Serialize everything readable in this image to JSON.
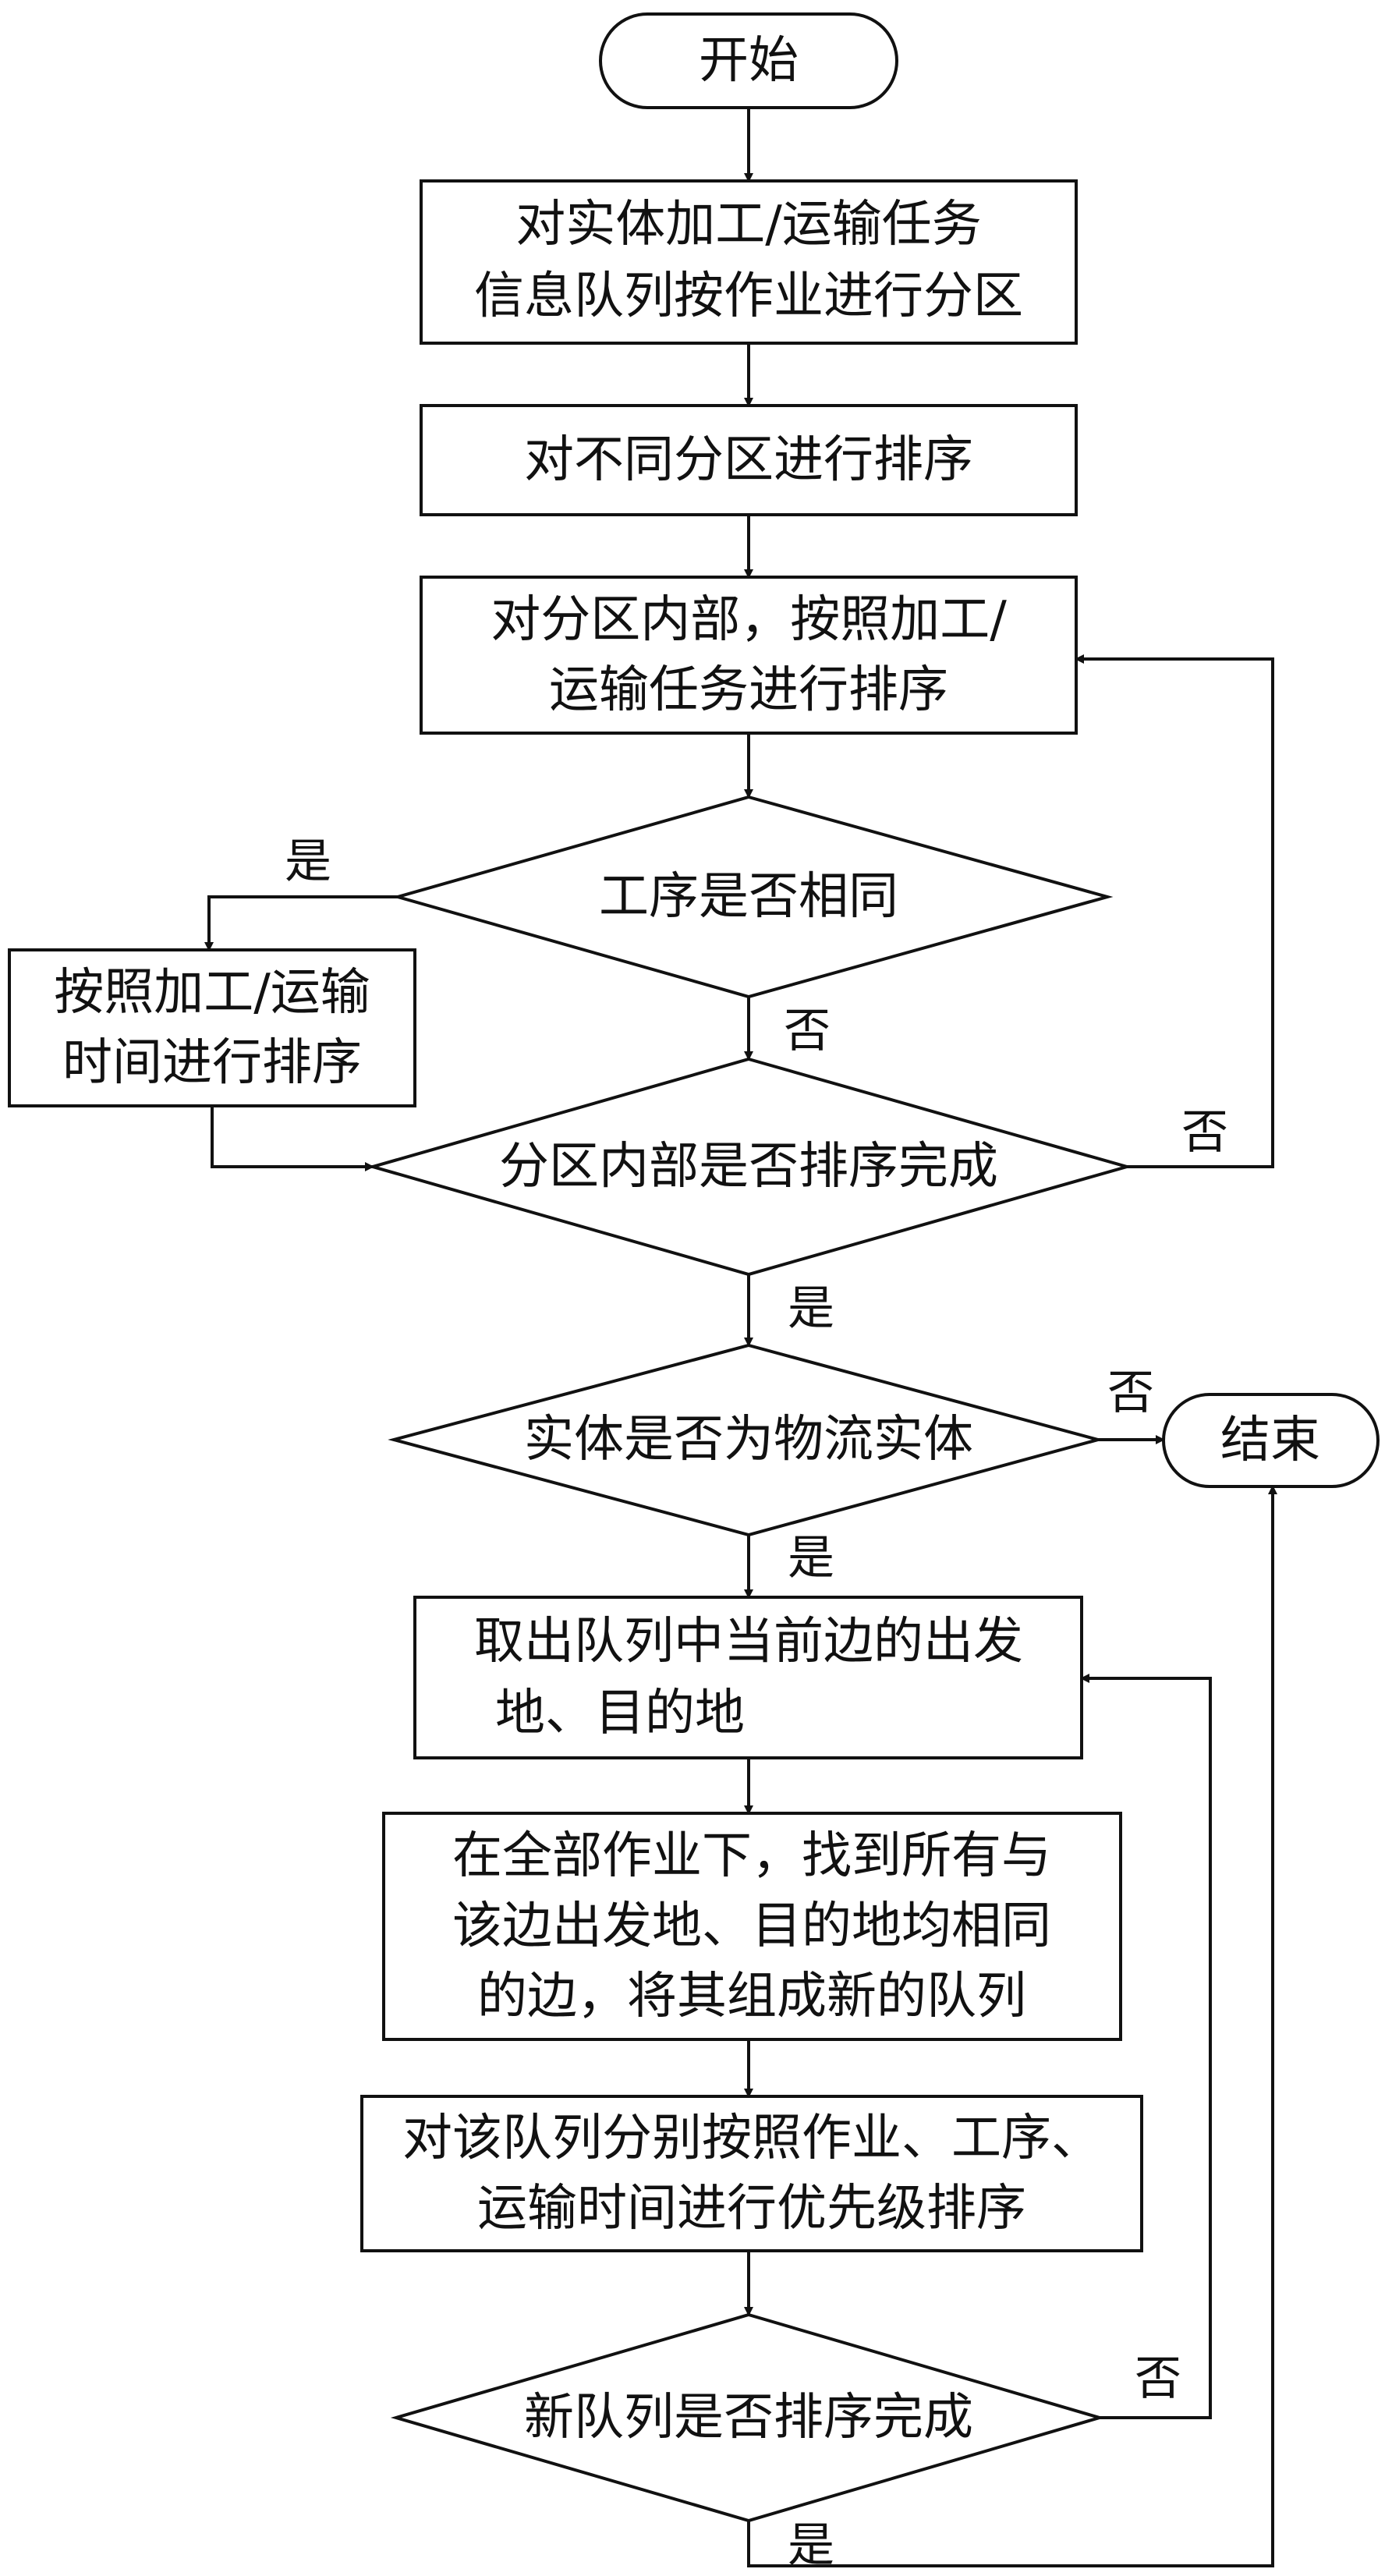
{
  "nodes": {
    "start": "开始",
    "step_partition": [
      "对实体加工/运输任务",
      "信息队列按作业进行分区"
    ],
    "step_sort_partitions": "对不同分区进行排序",
    "step_sort_inside": [
      "对分区内部，按照加工/",
      "运输任务进行排序"
    ],
    "decision_same_process": "工序是否相同",
    "step_sort_by_time": [
      "按照加工/运输",
      "时间进行排序"
    ],
    "decision_partition_done": "分区内部是否排序完成",
    "decision_logistics": "实体是否为物流实体",
    "end": "结束",
    "step_take_edge": [
      "取出队列中当前边的出发",
      "地、目的地"
    ],
    "step_find_edges": [
      "在全部作业下，找到所有与",
      "该边出发地、目的地均相同",
      "的边，将其组成新的队列"
    ],
    "step_priority_sort": [
      "对该队列分别按照作业、工序、",
      "运输时间进行优先级排序"
    ],
    "decision_new_queue_done": "新队列是否排序完成"
  },
  "edge_labels": {
    "same_process_yes": "是",
    "same_process_no": "否",
    "partition_done_no": "否",
    "partition_done_yes": "是",
    "logistics_no": "否",
    "logistics_yes": "是",
    "new_queue_no": "否",
    "new_queue_yes": "是"
  }
}
